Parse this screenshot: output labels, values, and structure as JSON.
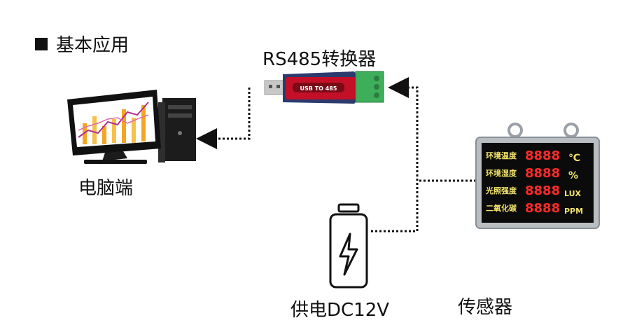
{
  "heading": {
    "text": "基本应用"
  },
  "converter": {
    "label": "RS485转换器",
    "body_text": "USB TO 485"
  },
  "computer": {
    "label": "电脑端"
  },
  "power": {
    "label": "供电DC12V"
  },
  "sensor": {
    "label": "传感器",
    "rows": [
      {
        "name": "环境温度",
        "unit": "℃"
      },
      {
        "name": "环境湿度",
        "unit": "%"
      },
      {
        "name": "光照强度",
        "unit": "LUX"
      },
      {
        "name": "二氧化碳",
        "unit": "PPM"
      }
    ]
  },
  "colors": {
    "display_red": "#ff2a2a",
    "label_yellow": "#f2e36b",
    "panel_black": "#0b0b0b",
    "adapter_red": "#d4102a",
    "terminal_green": "#3fae5a"
  }
}
